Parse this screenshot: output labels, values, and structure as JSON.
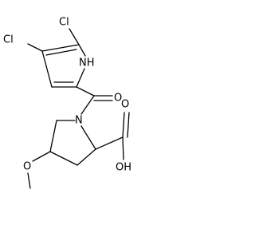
{
  "molecule": {
    "atoms": {
      "cl_top": "Cl",
      "cl_left": "Cl",
      "nh": "NH",
      "o_ketone": "O",
      "n_ring": "N",
      "oh": "OH",
      "o_acid": "O",
      "o_methoxy": "O"
    }
  }
}
